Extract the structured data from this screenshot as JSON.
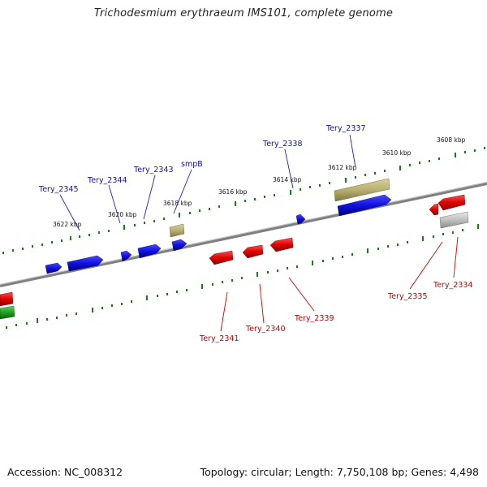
{
  "title": "Trichodesmium erythraeum IMS101, complete genome",
  "footer": {
    "accession": "Accession: NC_008312",
    "topology": "Topology: circular; Length: 7,750,108 bp; Genes: 4,498"
  },
  "colors": {
    "forward_gene": "#1010e0",
    "reverse_gene": "#e00000",
    "rna_gene": "#b8b070",
    "pseudo_gene": "#b8b8b8",
    "other_gene": "#20a020",
    "backbone": "#808080",
    "tick": "#1a7a1a"
  },
  "kbp_labels": [
    "3608 kbp",
    "3610 kbp",
    "3612 kbp",
    "3614 kbp",
    "3616 kbp",
    "3618 kbp",
    "3620 kbp",
    "3622 kbp"
  ],
  "gene_labels_top": [
    "Tery_2337",
    "Tery_2338",
    "smpB",
    "Tery_2343",
    "Tery_2344",
    "Tery_2345"
  ],
  "gene_labels_bottom": [
    "Tery_2334",
    "Tery_2335",
    "Tery_2339",
    "Tery_2340",
    "Tery_2341"
  ]
}
